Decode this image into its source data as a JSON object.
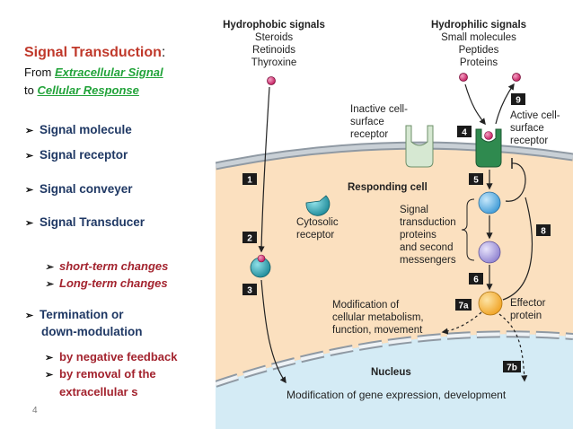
{
  "slide": {
    "title": "Signal Transduction",
    "title_colon": ":",
    "from_prefix": "From ",
    "from_link": "Extracellular Signal",
    "to_prefix": "to ",
    "to_link": "Cellular Response",
    "bullets": [
      "Signal molecule",
      "Signal receptor",
      "Signal conveyer",
      "Signal Transducer"
    ],
    "changes": [
      "short-term changes",
      "Long-term changes"
    ],
    "termination_line1": "Termination or",
    "termination_line2": "down-modulation",
    "termination_items": [
      "by negative feedback",
      "by removal of the"
    ],
    "termination_cont": "extracellular s",
    "page_number": "4",
    "bullet_marker": "➢"
  },
  "diagram": {
    "hydrophobic": {
      "heading": "Hydrophobic signals",
      "items": [
        "Steroids",
        "Retinoids",
        "Thyroxine"
      ]
    },
    "hydrophilic": {
      "heading": "Hydrophilic signals",
      "items": [
        "Small molecules",
        "Peptides",
        "Proteins"
      ]
    },
    "inactive_receptor": [
      "Inactive cell-",
      "surface",
      "receptor"
    ],
    "active_receptor": [
      "Active cell-",
      "surface",
      "receptor"
    ],
    "responding_cell": "Responding cell",
    "cytosolic_receptor": [
      "Cytosolic",
      "receptor"
    ],
    "transduction": [
      "Signal",
      "transduction",
      "proteins",
      "and second",
      "messengers"
    ],
    "effector": [
      "Effector",
      "protein"
    ],
    "metabolism": [
      "Modification of",
      "cellular metabolism,",
      "function, movement"
    ],
    "nucleus": "Nucleus",
    "gene_expression": "Modification of gene expression, development",
    "steps": [
      "1",
      "2",
      "3",
      "4",
      "5",
      "6",
      "7a",
      "7b",
      "8",
      "9"
    ],
    "colors": {
      "cytoplasm": "#fbe0bf",
      "nucleus": "#d4ebf5",
      "membrane": "#a9b3bc",
      "receptor_green": "#2f8a4f",
      "inactive_receptor": "#d6e8d2",
      "ligand": "#c2185b",
      "cytosolic_receptor": "#1e8a99",
      "transduction_blue": "#3e9ad6",
      "transduction_purple": "#9b8fd6",
      "effector": "#f2ac2c",
      "step_box": "#1b1b1b"
    }
  }
}
